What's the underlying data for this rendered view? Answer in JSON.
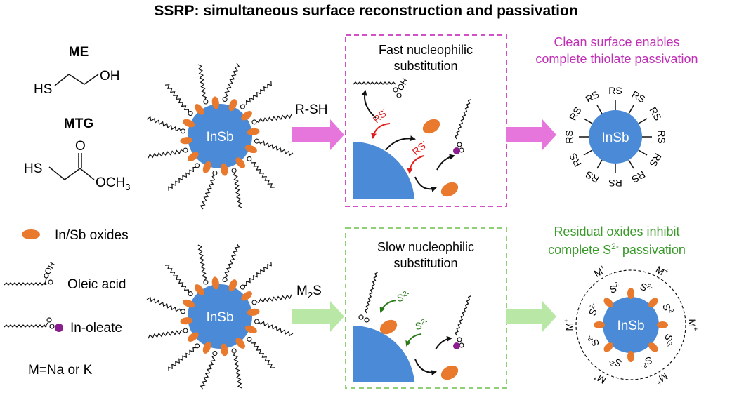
{
  "title": "SSRP: simultaneous surface reconstruction and passivation",
  "colors": {
    "core": "#4a8ad6",
    "oxide": "#e8792d",
    "magenta": "#c02fb6",
    "magenta_arrow": "#e776dc",
    "green": "#3a9a2a",
    "green_arrow": "#b9e8a6",
    "red": "#e02020",
    "purple": "#8b1e8f",
    "dark_green": "#2a7a1a"
  },
  "legend": {
    "me": {
      "name": "ME",
      "left": "HS",
      "right": "OH"
    },
    "mtg": {
      "name": "MTG",
      "left": "HS",
      "oxygen": "O",
      "right": "OCH",
      "right_sub": "3"
    },
    "oxides": "In/Sb oxides",
    "oleic": "Oleic acid",
    "oleate": "In-oleate",
    "m_def": "M=Na or K",
    "oh": "OH"
  },
  "top": {
    "core_label": "InSb",
    "reagent": "R-SH",
    "box_title": [
      "Fast nucleophilic",
      "substitution"
    ],
    "nucleophile": "RS",
    "nucleophile_sup": "-",
    "caption": [
      "Clean surface enables",
      "complete thiolate passivation"
    ],
    "product_core": "InSb",
    "ligand": "RS"
  },
  "bottom": {
    "core_label": "InSb",
    "reagent": "M",
    "reagent_sub": "2",
    "reagent_tail": "S",
    "box_title": [
      "Slow nucleophilic",
      "substitution"
    ],
    "nucleophile": "S",
    "nucleophile_sup": "2-",
    "caption_line1": "Residual oxides inhibit",
    "caption_line2_pre": "complete S",
    "caption_line2_sup": "2-",
    "caption_line2_post": " passivation",
    "product_core": "InSb",
    "ion": "S",
    "ion_sup": "2-",
    "counter_ion": "M",
    "counter_sup": "+"
  }
}
